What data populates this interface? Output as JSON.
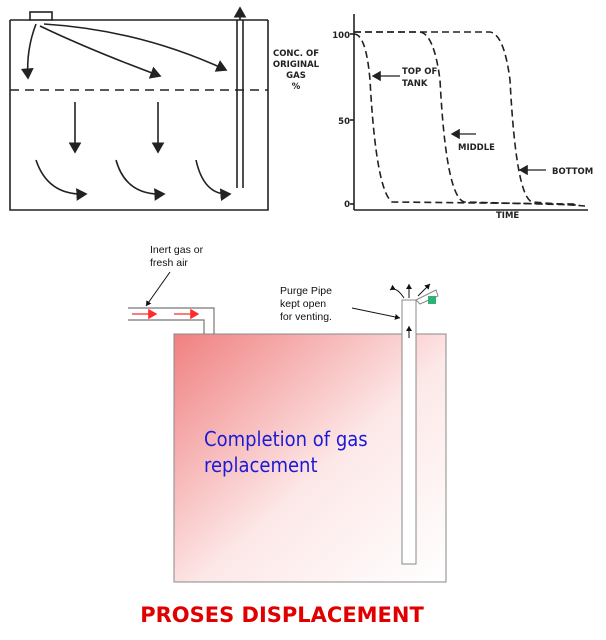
{
  "top_diagram": {
    "ylabel_lines": [
      "CONC. OF",
      "ORIGINAL",
      "GAS",
      "%"
    ],
    "y_ticks": [
      "100",
      "50",
      "0"
    ],
    "xlabel": "TIME",
    "curve_labels": [
      "TOP OF",
      "TANK",
      "MIDDLE",
      "BOTTOM"
    ]
  },
  "bottom_diagram": {
    "inlet_label_lines": [
      "Inert gas or",
      "fresh air"
    ],
    "purge_label_lines": [
      "Purge Pipe",
      "kept open",
      "for venting."
    ],
    "caption_lines": [
      "Completion of gas",
      "replacement"
    ],
    "colors": {
      "inlet_arrow": "#ff2a2a",
      "gradient": "#f08080",
      "valve": "#2db37a",
      "title": "#e00000",
      "caption": "#1a1ad8"
    }
  },
  "title": "PROSES DISPLACEMENT"
}
